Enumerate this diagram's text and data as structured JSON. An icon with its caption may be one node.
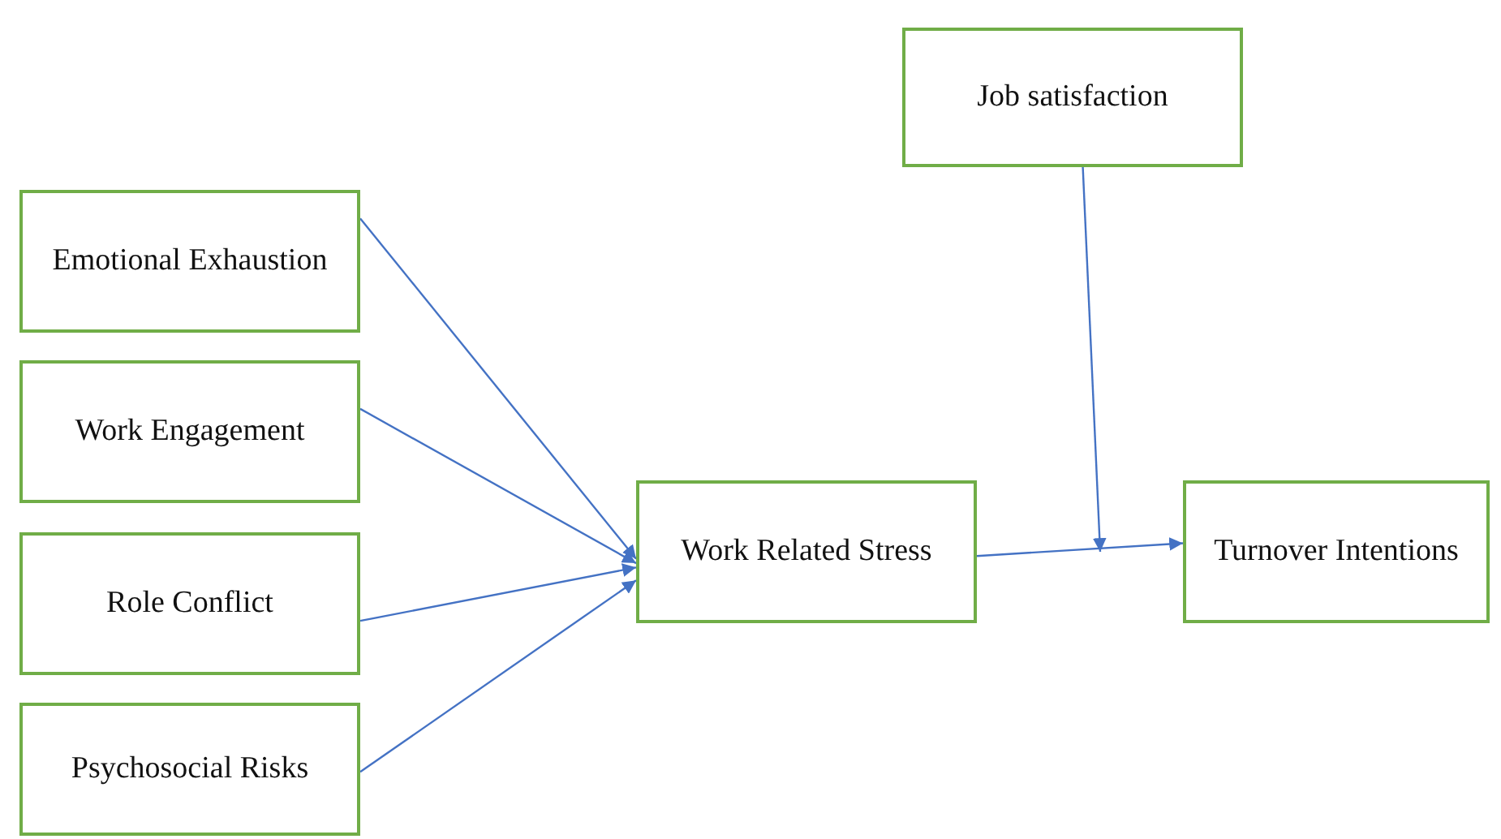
{
  "diagram": {
    "nodes": [
      {
        "text": [
          "Emotional Exhaustion"
        ]
      },
      {
        "text": [
          "Work Engagement"
        ]
      },
      {
        "text": [
          "Role Conflict"
        ]
      },
      {
        "text": [
          "Psychosocial Risks"
        ]
      },
      {
        "text": [
          "Work Related Stress"
        ]
      },
      {
        "text": [
          "Turnover Intentions"
        ]
      },
      {
        "text": [
          "Job satisfaction"
        ]
      }
    ],
    "edges": [
      {
        "from": 0,
        "to": 4,
        "arrow": "to"
      },
      {
        "from": 1,
        "to": 4,
        "arrow": "to"
      },
      {
        "from": 2,
        "to": 4,
        "arrow": "to"
      },
      {
        "from": 3,
        "to": 4,
        "arrow": "to"
      },
      {
        "from": 4,
        "to": 5,
        "arrow": "to"
      },
      {
        "from": 6,
        "to": null,
        "arrow": "to"
      }
    ]
  }
}
